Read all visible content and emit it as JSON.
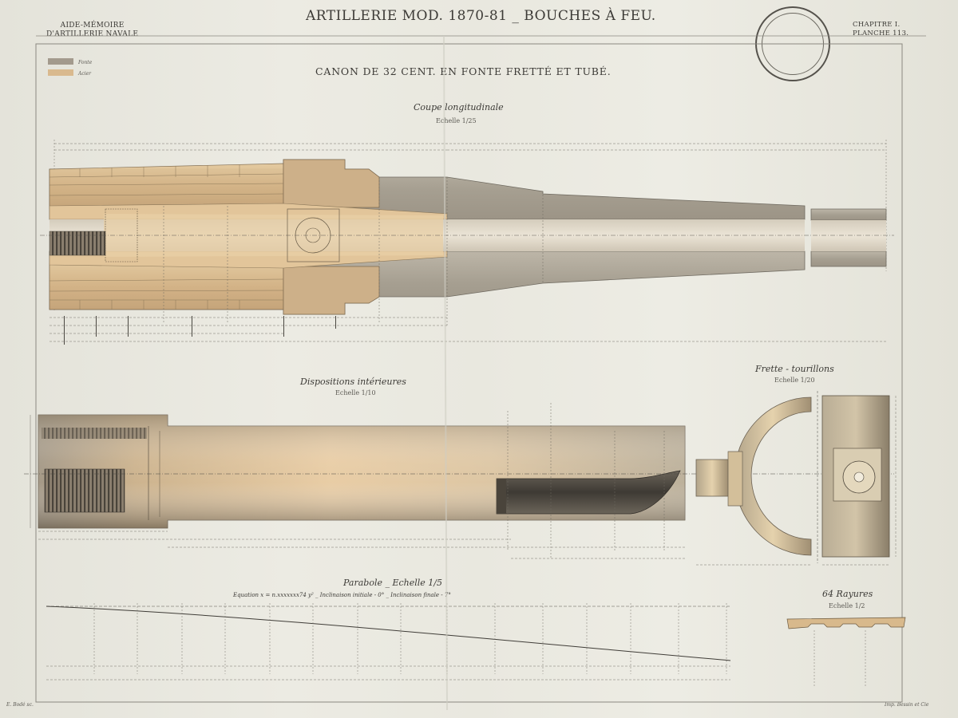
{
  "header": {
    "left_line1": "AIDE-MÉMOIRE",
    "left_line2": "D'ARTILLERIE NAVALE",
    "main_title": "ARTILLERIE MOD. 1870-81 _ BOUCHES À FEU.",
    "right_line1": "CHAPITRE I.",
    "right_line2": "PLANCHE 113."
  },
  "plate_title": "CANON DE 32 CENT. EN FONTE FRETTÉ ET TUBÉ.",
  "sections": {
    "coupe": {
      "title": "Coupe longitudinale",
      "scale": "Echelle 1/25"
    },
    "dispositions": {
      "title": "Dispositions intérieures",
      "scale": "Echelle 1/10"
    },
    "frette": {
      "title": "Frette - tourillons",
      "scale": "Echelle 1/20"
    },
    "parabole": {
      "title": "Parabole _ Echelle 1/5",
      "equation": "Equation  x = n.xxxxxxx74 y² _ Inclinaison initiale - 0° _ Inclinaison finale - 7°"
    },
    "rayures": {
      "title": "64 Rayures",
      "scale": "Echelle 1/2"
    }
  },
  "legend": [
    {
      "label": "Fonte",
      "color": "#a39a8d"
    },
    {
      "label": "Acier",
      "color": "#d9b98e"
    }
  ],
  "colors": {
    "cast_iron": "#a8a194",
    "cast_iron_light": "#b7b0a3",
    "steel": "#d8b98c",
    "steel_light": "#ead3ad",
    "bore": "#ded7c9",
    "ink": "#3c3a36"
  },
  "footer": {
    "left": "E. Bodé sc.",
    "right": "Imp. Bessin et Cie"
  }
}
